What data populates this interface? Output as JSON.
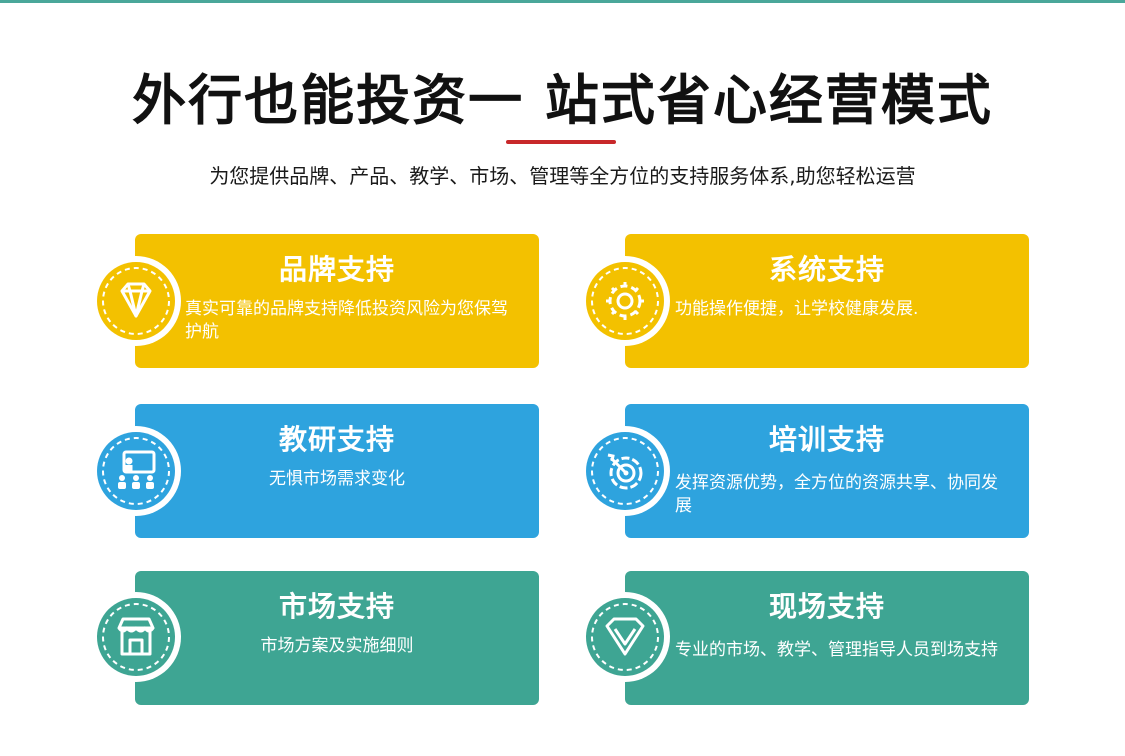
{
  "header": {
    "title": "外行也能投资一 站式省心经营模式",
    "subtitle": "为您提供品牌、产品、教学、市场、管理等全方位的支持服务体系,助您轻松运营"
  },
  "cards": [
    {
      "title": "品牌支持",
      "desc": "真实可靠的品牌支持降低投资风险为您保驾护航",
      "icon": "diamond-icon",
      "color": "#f3c100"
    },
    {
      "title": "系统支持",
      "desc": "功能操作便捷，让学校健康发展.",
      "icon": "gear-icon",
      "color": "#f3c100"
    },
    {
      "title": "教研支持",
      "desc": "无惧市场需求变化",
      "icon": "teacher-board-icon",
      "color": "#2ea3de"
    },
    {
      "title": "培训支持",
      "desc": "发挥资源优势，全方位的资源共享、协同发展",
      "icon": "target-icon",
      "color": "#2ea3de"
    },
    {
      "title": "市场支持",
      "desc": "市场方案及实施细则",
      "icon": "storefront-icon",
      "color": "#3ea593"
    },
    {
      "title": "现场支持",
      "desc": "专业的市场、教学、管理指导人员到场支持",
      "icon": "shield-check-icon",
      "color": "#3ea593"
    }
  ]
}
